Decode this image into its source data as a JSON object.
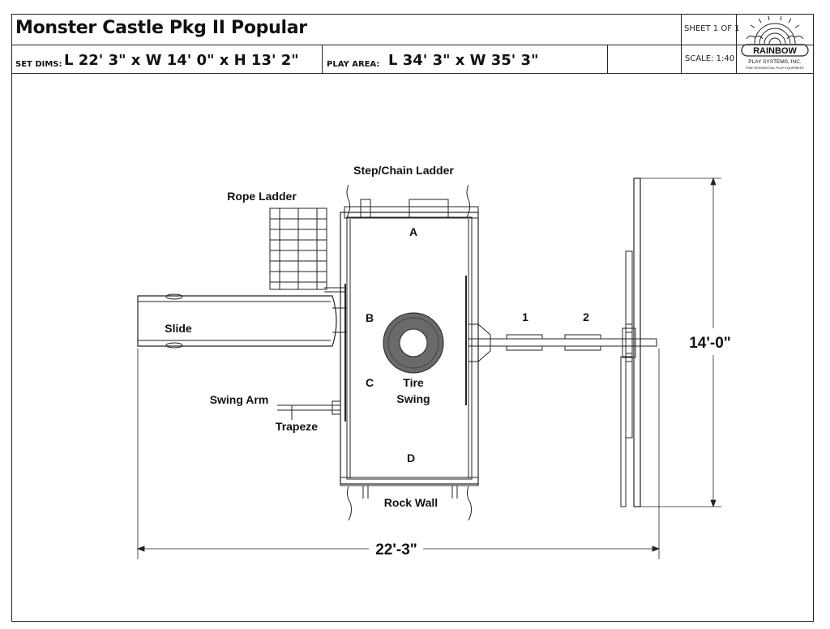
{
  "title_block": {
    "title": "Monster Castle Pkg II Popular",
    "sheet": "SHEET 1 OF 1",
    "scale": "SCALE: 1:40",
    "set_dims_label": "SET DIMS:",
    "set_dims_value": "L 22' 3\" x W 14' 0\" x H 13' 2\"",
    "play_area_label": "PLAY AREA:",
    "play_area_value": "L 34' 3\" x W 35' 3\""
  },
  "logo": {
    "brand": "RAINBOW",
    "company": "PLAY SYSTEMS, INC.",
    "tagline": "FINE RESIDENTIAL PLAY EQUIPMENT"
  },
  "diagram": {
    "labels": {
      "step_chain_ladder": "Step/Chain Ladder",
      "rope_ladder": "Rope Ladder",
      "slide": "Slide",
      "swing_arm": "Swing Arm",
      "trapeze": "Trapeze",
      "tire_swing_1": "Tire",
      "tire_swing_2": "Swing",
      "rock_wall": "Rock Wall",
      "a": "A",
      "b": "B",
      "c": "C",
      "d": "D",
      "pos1": "1",
      "pos2": "2"
    },
    "dimensions": {
      "width": "14'-0\"",
      "length": "22'-3\""
    }
  }
}
